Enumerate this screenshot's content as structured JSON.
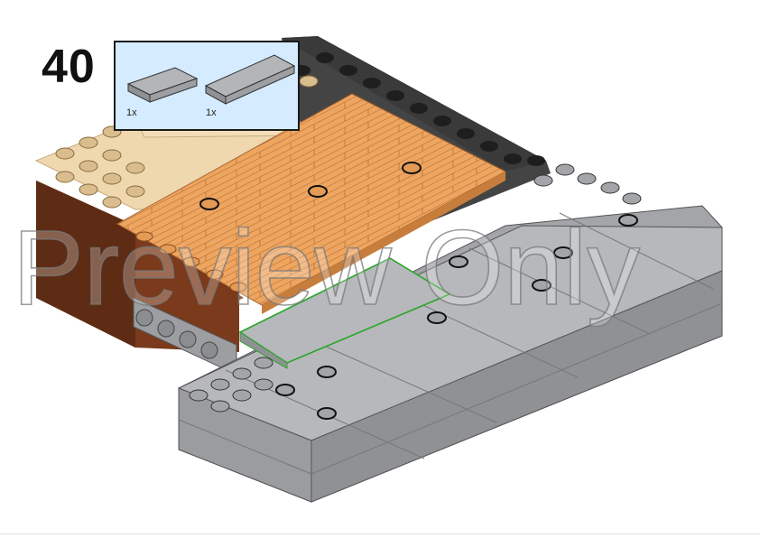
{
  "step": {
    "number": "40"
  },
  "parts": [
    {
      "qty": "1x",
      "icon": "tile-2x2-gray-icon",
      "color": "#a3a5a8"
    },
    {
      "qty": "1x",
      "icon": "tile-2x4-gray-icon",
      "color": "#a3a5a8"
    }
  ],
  "watermark": {
    "text": "Preview Only"
  },
  "colors": {
    "dark_stone": "#3f3f3f",
    "medium_stone_gray": "#a3a5a8",
    "tan": "#efd7ae",
    "medium_nougat": "#eba35c",
    "reddish_brown": "#6e3418",
    "highlight": "#2aa52a"
  }
}
